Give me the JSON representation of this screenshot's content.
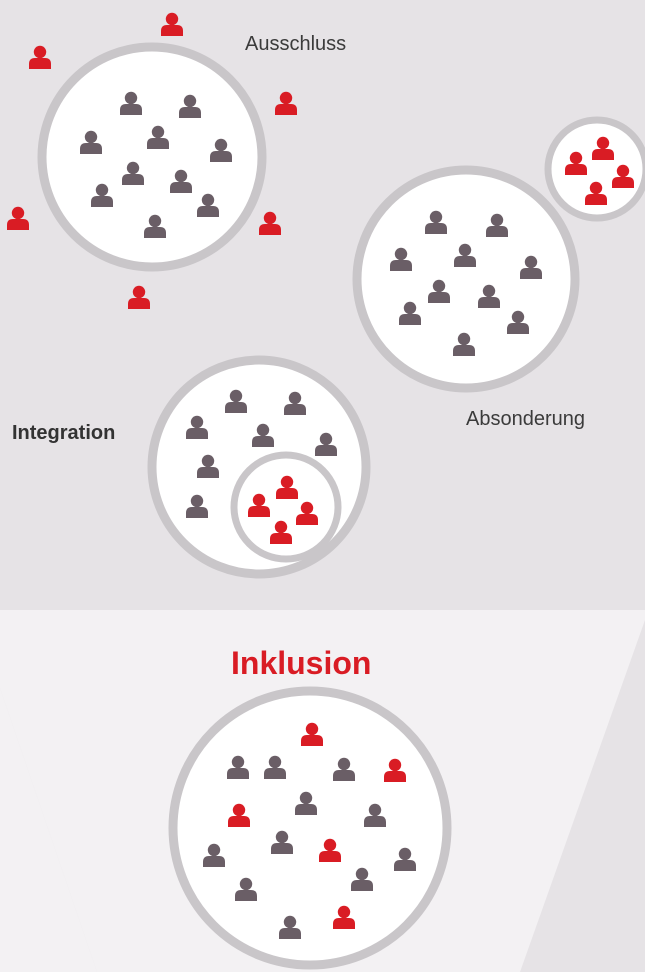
{
  "labels": {
    "exclusion": "Ausschluss",
    "segregation": "Absonderung",
    "integration": "Integration",
    "inclusion": "Inklusion"
  },
  "colors": {
    "background": "#e6e3e6",
    "spotlight": "#f3f1f3",
    "circle_fill": "#ffffff",
    "circle_ring": "#c9c6c9",
    "majority_person": "#6a5e66",
    "minority_person": "#d91c24",
    "inclusion_title": "#d91c24"
  },
  "icons": {
    "majority": "person-icon",
    "minority": "person-icon"
  }
}
